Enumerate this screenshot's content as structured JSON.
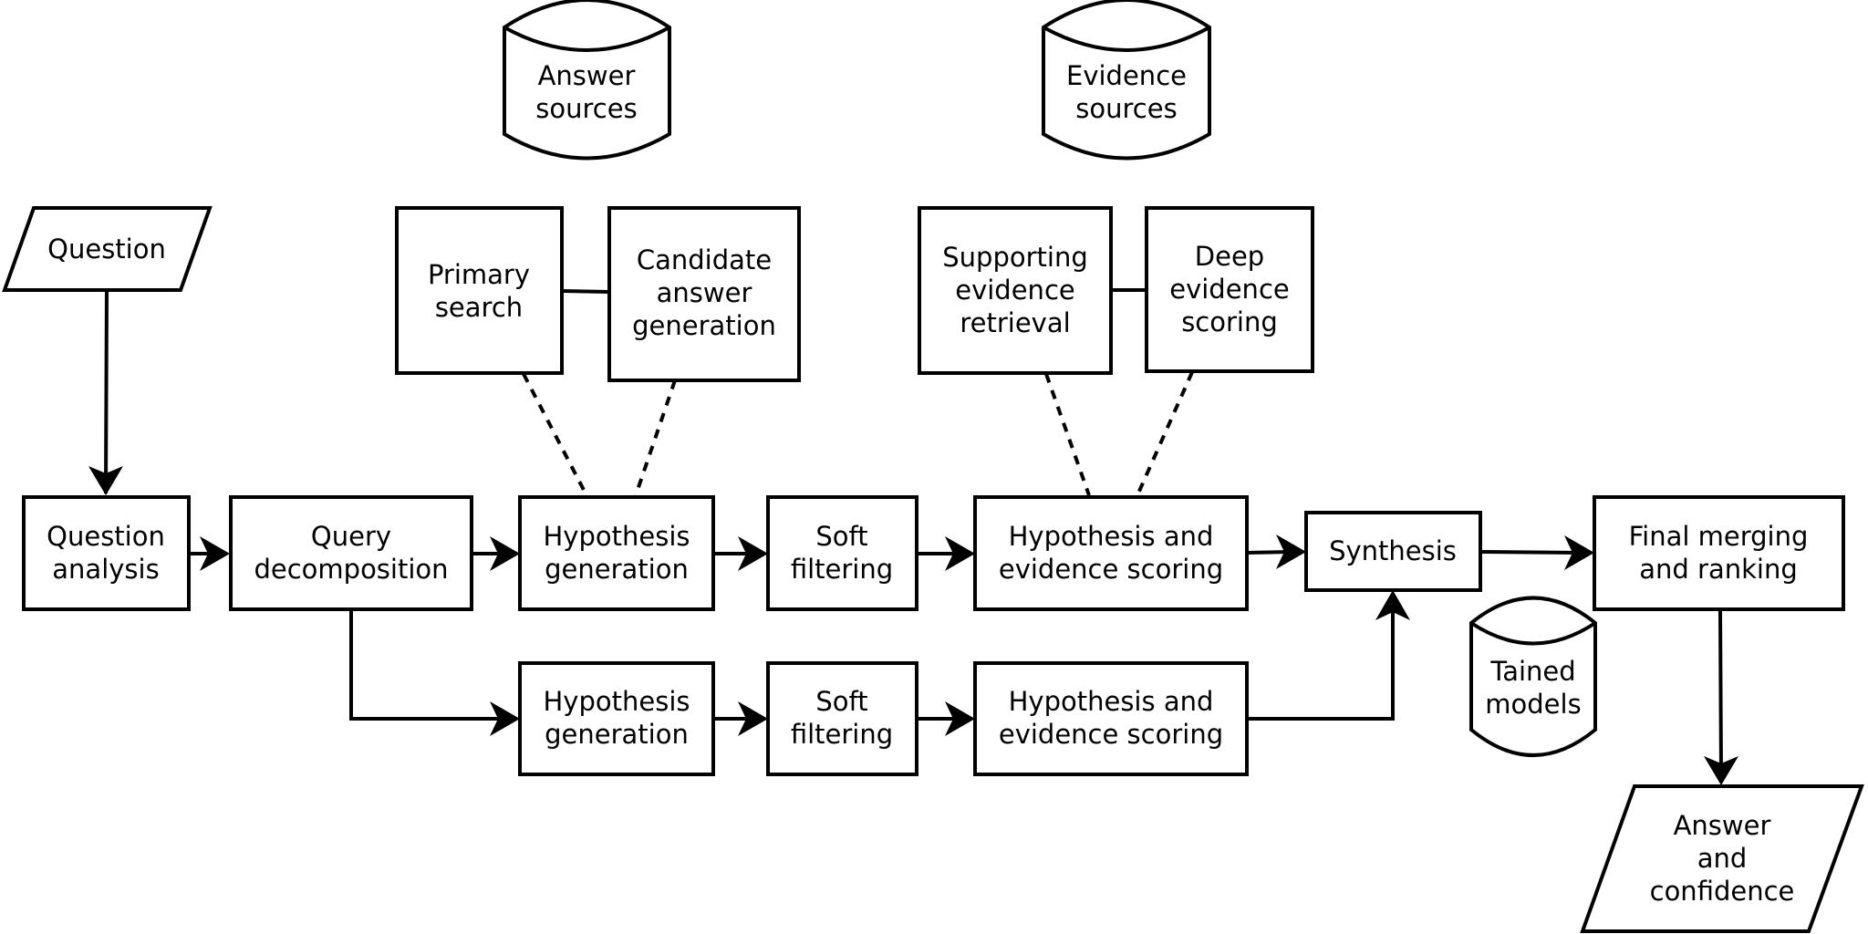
{
  "nodes": {
    "question": [
      "Question"
    ],
    "answer_sources": [
      "Answer",
      "sources"
    ],
    "evidence_sources": [
      "Evidence",
      "sources"
    ],
    "primary_search": [
      "Primary",
      "search"
    ],
    "candidate_generation": [
      "Candidate",
      "answer",
      "generation"
    ],
    "supporting_retrieval": [
      "Supporting",
      "evidence",
      "retrieval"
    ],
    "deep_scoring": [
      "Deep",
      "evidence",
      "scoring"
    ],
    "question_analysis": [
      "Question",
      "analysis"
    ],
    "query_decomposition": [
      "Query",
      "decomposition"
    ],
    "hypothesis_generation_1": [
      "Hypothesis",
      "generation"
    ],
    "soft_filtering_1": [
      "Soft",
      "filtering"
    ],
    "hypothesis_scoring_1": [
      "Hypothesis and",
      "evidence scoring"
    ],
    "synthesis": [
      "Synthesis"
    ],
    "final_merging": [
      "Final merging",
      "and ranking"
    ],
    "trained_models": [
      "Tained",
      "models"
    ],
    "hypothesis_generation_2": [
      "Hypothesis",
      "generation"
    ],
    "soft_filtering_2": [
      "Soft",
      "filtering"
    ],
    "hypothesis_scoring_2": [
      "Hypothesis and",
      "evidence scoring"
    ],
    "answer_confidence": [
      "Answer",
      "and",
      "confidence"
    ]
  }
}
